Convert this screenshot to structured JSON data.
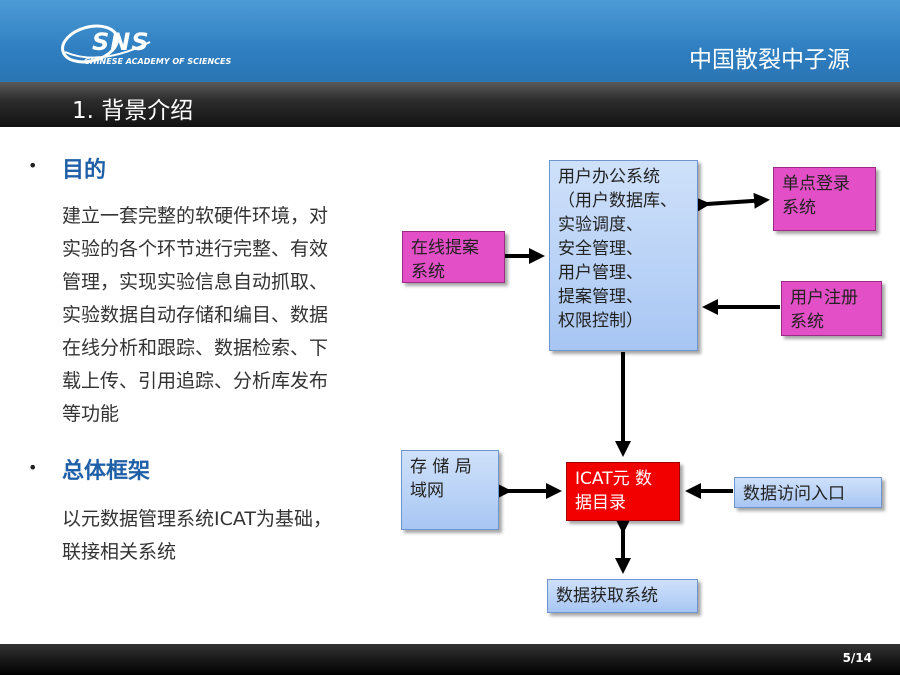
{
  "header": {
    "logo_text": "SNS",
    "logo_subtitle": "CHINESE ACADEMY OF SCIENCES",
    "org_title": "中国散裂中子源"
  },
  "section": {
    "title": "1. 背景介绍"
  },
  "left": {
    "bullet1": {
      "heading": "目的",
      "text": "建立一套完整的软硬件环境，对\n实验的各个环节进行完整、有效\n管理，实现实验信息自动抓取、\n实验数据自动存储和编目、数据\n在线分析和跟踪、数据检索、下\n载上传、引用追踪、分析库发布\n等功能"
    },
    "bullet2": {
      "heading": "总体框架",
      "text": "以元数据管理系统ICAT为基础，\n联接相关系统"
    }
  },
  "diagram": {
    "user_office": "用户办公系统\n（用户数据库、\n实验调度、\n安全管理、\n用户管理、\n提案管理、\n权限控制）",
    "sso": "单点登录\n系统",
    "online_proposal": "在线提案\n系统",
    "user_registration": "用户注册\n系统",
    "storage_lan": "存 储 局\n域网",
    "icat": "ICAT元  数\n据目录",
    "data_access": "数据访问入口",
    "data_acquisition": "数据获取系统"
  },
  "footer": {
    "page": "5/14"
  }
}
